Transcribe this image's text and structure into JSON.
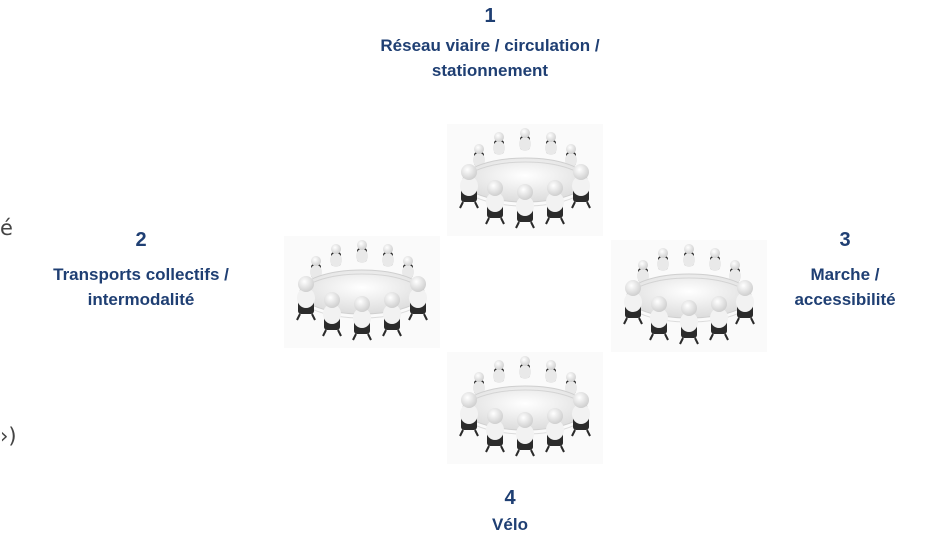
{
  "groups": [
    {
      "number": "1",
      "title_line1": "Réseau viaire / circulation /",
      "title_line2": "stationnement"
    },
    {
      "number": "2",
      "title_line1": "Transports collectifs /",
      "title_line2": "intermodalité"
    },
    {
      "number": "3",
      "title_line1": "Marche /",
      "title_line2": "accessibilité"
    },
    {
      "number": "4",
      "title_line1": "Vélo",
      "title_line2": ""
    }
  ],
  "edge_fragments": {
    "left_top": "é",
    "left_bottom": "›)"
  },
  "colors": {
    "label": "#1f3f73",
    "table": "#f4f4f4",
    "chair": "#2b2b2b",
    "figure": "#f7f7f7"
  }
}
